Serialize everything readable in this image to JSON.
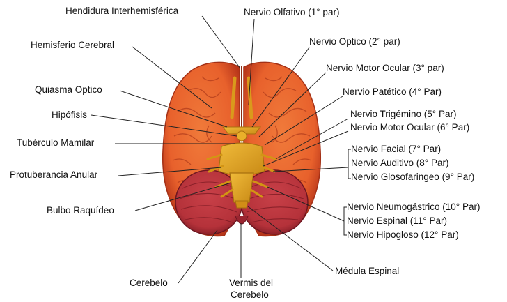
{
  "labels": {
    "hendidura": "Hendidura Interhemisférica",
    "hemisferio": "Hemisferio Cerebral",
    "quiasma": "Quiasma Optico",
    "hipofisis": "Hipófisis",
    "tuberculo": "Tubérculo Mamilar",
    "protuberancia": "Protuberancia Anular",
    "bulbo": "Bulbo Raquídeo",
    "cerebelo": "Cerebelo",
    "vermis_line1": "Vermis del",
    "vermis_line2": "Cerebelo",
    "olfativo": "Nervio Olfativo (1° par)",
    "optico": "Nervio Optico (2° par)",
    "motor_ocular_3": "Nervio Motor Ocular  (3° par)",
    "patetico": "Nervio Patético (4° Par)",
    "trigemino": "Nervio Trigémino (5° Par)",
    "motor_ocular_6": "Nervio Motor Ocular (6° Par)",
    "facial": "Nervio Facial (7° Par)",
    "auditivo": "Nervio Auditivo (8° Par)",
    "glosofaringeo": "Nervio Glosofaringeo (9° Par)",
    "neumogastrico": "Nervio Neumogástrico (10° Par)",
    "espinal": "Nervio Espinal (11° Par)",
    "hipogloso": "Nervio Hipogloso (12° Par)",
    "medula": "Médula Espinal"
  },
  "colors": {
    "cerebrum": "#e8612c",
    "cerebrum_dark": "#b8361a",
    "cerebellum": "#b5323a",
    "cerebellum_dark": "#7e1b24",
    "nerves": "#e0a21e",
    "nerves_dark": "#a8700f",
    "leader_lines": "#222222"
  }
}
